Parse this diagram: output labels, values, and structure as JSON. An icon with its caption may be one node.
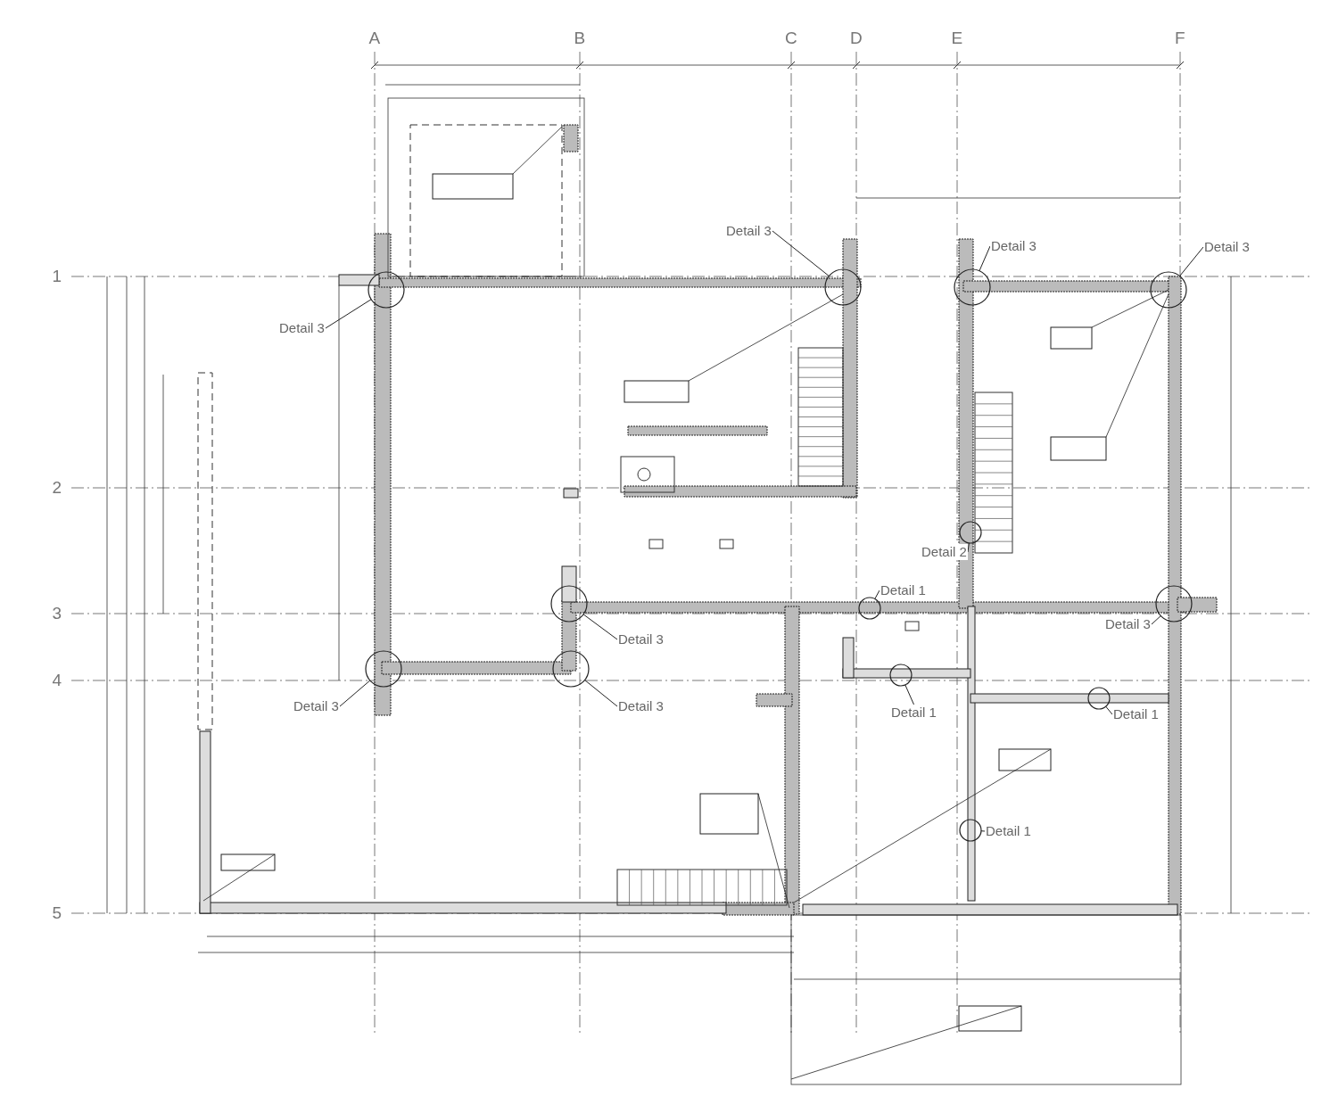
{
  "diagram": {
    "nodes": [
      {
        "text": [
          "Detail 3"
        ]
      },
      {
        "text": [],
        "shape": "circle"
      },
      {
        "text": [
          "Detail 3"
        ]
      },
      {
        "text": [],
        "shape": "circle"
      },
      {
        "text": [
          "Detail 3"
        ]
      },
      {
        "text": [],
        "shape": "circle"
      },
      {
        "text": [
          "Detail 3"
        ]
      },
      {
        "text": [],
        "shape": "circle"
      },
      {
        "text": [
          "Detail 2"
        ]
      },
      {
        "text": [],
        "shape": "circle"
      },
      {
        "text": [
          "Detail 1"
        ]
      },
      {
        "text": [],
        "shape": "circle"
      },
      {
        "text": [
          "Detail 3"
        ]
      },
      {
        "text": [],
        "shape": "circle"
      },
      {
        "text": [
          "Detail 3"
        ]
      },
      {
        "text": [],
        "shape": "circle"
      },
      {
        "text": [
          "Detail 3"
        ]
      },
      {
        "text": [],
        "shape": "circle"
      },
      {
        "text": [
          "Detail 3"
        ]
      },
      {
        "text": [],
        "shape": "circle"
      },
      {
        "text": [
          "Detail 1"
        ]
      },
      {
        "text": [],
        "shape": "circle"
      },
      {
        "text": [
          "Detail 1"
        ]
      },
      {
        "text": [],
        "shape": "circle"
      },
      {
        "text": [
          "Detail 1"
        ]
      },
      {
        "text": [],
        "shape": "circle"
      }
    ],
    "edges": [
      {
        "from": 0,
        "to": 1,
        "arrow": "none"
      },
      {
        "from": 2,
        "to": 3,
        "arrow": "none"
      },
      {
        "from": 4,
        "to": 5,
        "arrow": "none"
      },
      {
        "from": 6,
        "to": 7,
        "arrow": "none"
      },
      {
        "from": 8,
        "to": 9,
        "arrow": "none"
      },
      {
        "from": 10,
        "to": 11,
        "arrow": "none"
      },
      {
        "from": 12,
        "to": 13,
        "arrow": "none"
      },
      {
        "from": 14,
        "to": 15,
        "arrow": "none"
      },
      {
        "from": 16,
        "to": 17,
        "arrow": "none"
      },
      {
        "from": 18,
        "to": 19,
        "arrow": "none"
      },
      {
        "from": 20,
        "to": 21,
        "arrow": "none"
      },
      {
        "from": 22,
        "to": 23,
        "arrow": "none"
      },
      {
        "from": 24,
        "to": 25,
        "arrow": "none"
      }
    ],
    "labels": [
      "A",
      "B",
      "C",
      "D",
      "E",
      "F",
      "1",
      "2",
      "3",
      "4",
      "5"
    ]
  }
}
